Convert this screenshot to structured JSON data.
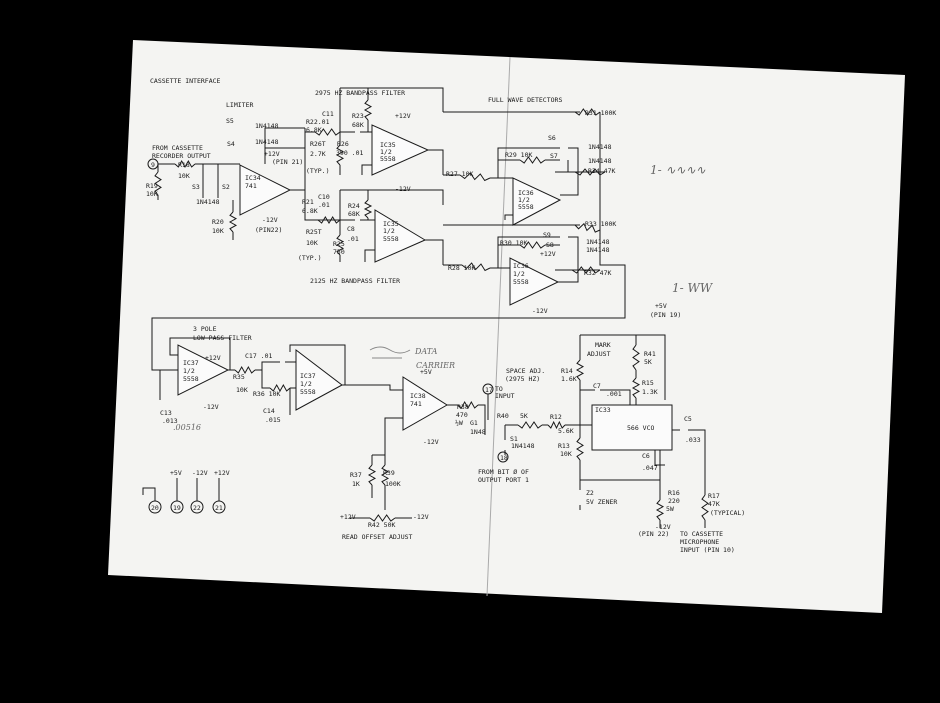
{
  "title": "CASSETTE INTERFACE",
  "sections": {
    "limiter": "LIMITER",
    "bp_high": "2975 HZ BANDPASS FILTER",
    "bp_low": "2125 HZ BANDPASS FILTER",
    "detectors": "FULL WAVE DETECTORS",
    "lpf_1": "3 POLE",
    "lpf_2": "LOW PASS FILTER",
    "read_offset": "READ OFFSET ADJUST"
  },
  "labels": {
    "from_cassette_1": "FROM CASSETTE",
    "from_cassette_2": "RECORDER OUTPUT",
    "pin9": "9",
    "r18": "R18",
    "r18v": "10K",
    "r19": "R19",
    "r19v": "10K",
    "s3": "S3",
    "s2": "S2",
    "s23d": "1N4148",
    "s5": "S5",
    "s5d": "1N4148",
    "s4": "S4",
    "s4d": "1N4148",
    "ic34_p12": "+12V",
    "ic34_pin21": "(PIN 21)",
    "ic34": "IC34",
    "ic34t": "741",
    "ic34_m12": "-12V",
    "ic34_pin22": "(PIN22)",
    "r20": "R20",
    "r20v": "10K",
    "c11": "C11",
    "r22": "R22.01",
    "r22v": "6.8K",
    "r23": "R23",
    "r23v": "68K",
    "r26t": "R26T",
    "r26tv": "2.7K",
    "r26": "R26",
    "r26v": "390 .01",
    "typ1": "(TYP.)",
    "ic35a": "IC35",
    "ic35a_h": "1/2",
    "ic35a_t": "5558",
    "ic35a_p": "+12V",
    "ic35a_m": "-12V",
    "c10": "C10",
    "c10v": ".01",
    "r21": "R21",
    "r21v": "6.8K",
    "r24": "R24",
    "r24v": "68K",
    "r25t": "R25T",
    "r25tv": "10K",
    "r25": "R25",
    "r25v": "750",
    "c8": "C8",
    "c8v": ".01",
    "typ2": "(TYP.)",
    "ic35b": "IC35",
    "ic35b_h": "1/2",
    "ic35b_t": "5558",
    "r31": "R31 100K",
    "s6": "S6",
    "s6d": "1N4148",
    "r29": "R29 10K",
    "s7": "S7",
    "s7d": "1N4148",
    "r34": "R34 47K",
    "r27": "R27 10K",
    "ic36a": "IC36",
    "ic36a_h": "1/2",
    "ic36a_t": "5558",
    "r33": "R33 100K",
    "s9": "S9",
    "s9d": "1N4148",
    "r30": "R30 10K",
    "s8": "S8",
    "s8d": "1N4148",
    "ic36b_p": "+12V",
    "ic36b": "IC36",
    "ic36b_h": "1/2",
    "ic36b_t": "5558",
    "r28": "R28 10K",
    "r32": "R32 47K",
    "ic36b_m": "-12V",
    "p5v": "+5V",
    "pin19": "(PIN 19)",
    "ic37a": "IC37",
    "ic37a_h": "1/2",
    "ic37a_t": "5558",
    "ic37a_p": "+12V",
    "ic37a_m": "-12V",
    "c17": "C17 .01",
    "r35": "R35",
    "r35v": "10K",
    "r36": "R36 10K",
    "ic37b": "IC37",
    "ic37b_h": "1/2",
    "ic37b_t": "5558",
    "c13": "C13",
    "c13v": ".013",
    "c14": "C14",
    "c14v": ".015",
    "ic38_p": "+5V",
    "ic38": "IC38",
    "ic38t": "741",
    "ic38_m": "-12V",
    "r38": "R38",
    "r38v": "470",
    "r38w": "½W",
    "g1": "G1",
    "g1d": "1N48",
    "pwr_5": "+5V",
    "pwr_m12": "-12V",
    "pwr_12": "+12V",
    "pin20": "20",
    "pin19c": "19",
    "pin22c": "22",
    "pin21c": "21",
    "r37": "R37",
    "r37v": "1K",
    "r39": "R39",
    "r39v": "100K",
    "r42_p": "+12V",
    "r42": "R42 50K",
    "r42_m": "-12V",
    "mark_1": "MARK",
    "mark_2": "ADJUST",
    "r41": "R41",
    "r41v": "5K",
    "space_1": "SPACE ADJ.",
    "space_2": "(2975 HZ)",
    "r14": "R14",
    "r14v": "1.6K",
    "r15": "R15",
    "r15v": "1.3K",
    "pin17": "17",
    "to_input_1": "TO",
    "to_input_2": "INPUT",
    "c7": "C7",
    "c7v": ".001",
    "ic33": "IC33",
    "vco": "566 VCO",
    "r40": "R40",
    "r40v": "5K",
    "r12": "R12",
    "r12v": "5.6K",
    "c5": "C5",
    "c5v": ".033",
    "s1": "S1",
    "s1d": "1N4148",
    "r13": "R13",
    "r13v": "10K",
    "pin18": "18",
    "c6": "C6",
    "c6v": ".047",
    "from_bit_1": "FROM BIT Ø OF",
    "from_bit_2": "OUTPUT PORT 1",
    "z2": "Z2",
    "z2v": "5V ZENER",
    "r16": "R16",
    "r16v": "220",
    "r16w": "5W",
    "r17": "R17",
    "r17v": "47K",
    "r17t": "(TYPICAL)",
    "vco_m12": "-12V",
    "vco_pin22": "(PIN 22)",
    "to_mic_1": "TO CASSETTE",
    "to_mic_2": "MICROPHONE",
    "to_mic_3": "INPUT (PIN 10)"
  },
  "handwritten": {
    "note_c13": ".00516",
    "note_data": "DATA",
    "note_carrier": "CARRIER",
    "wave1": "1- ∿∿∿∿",
    "wave2": "1- WW"
  }
}
